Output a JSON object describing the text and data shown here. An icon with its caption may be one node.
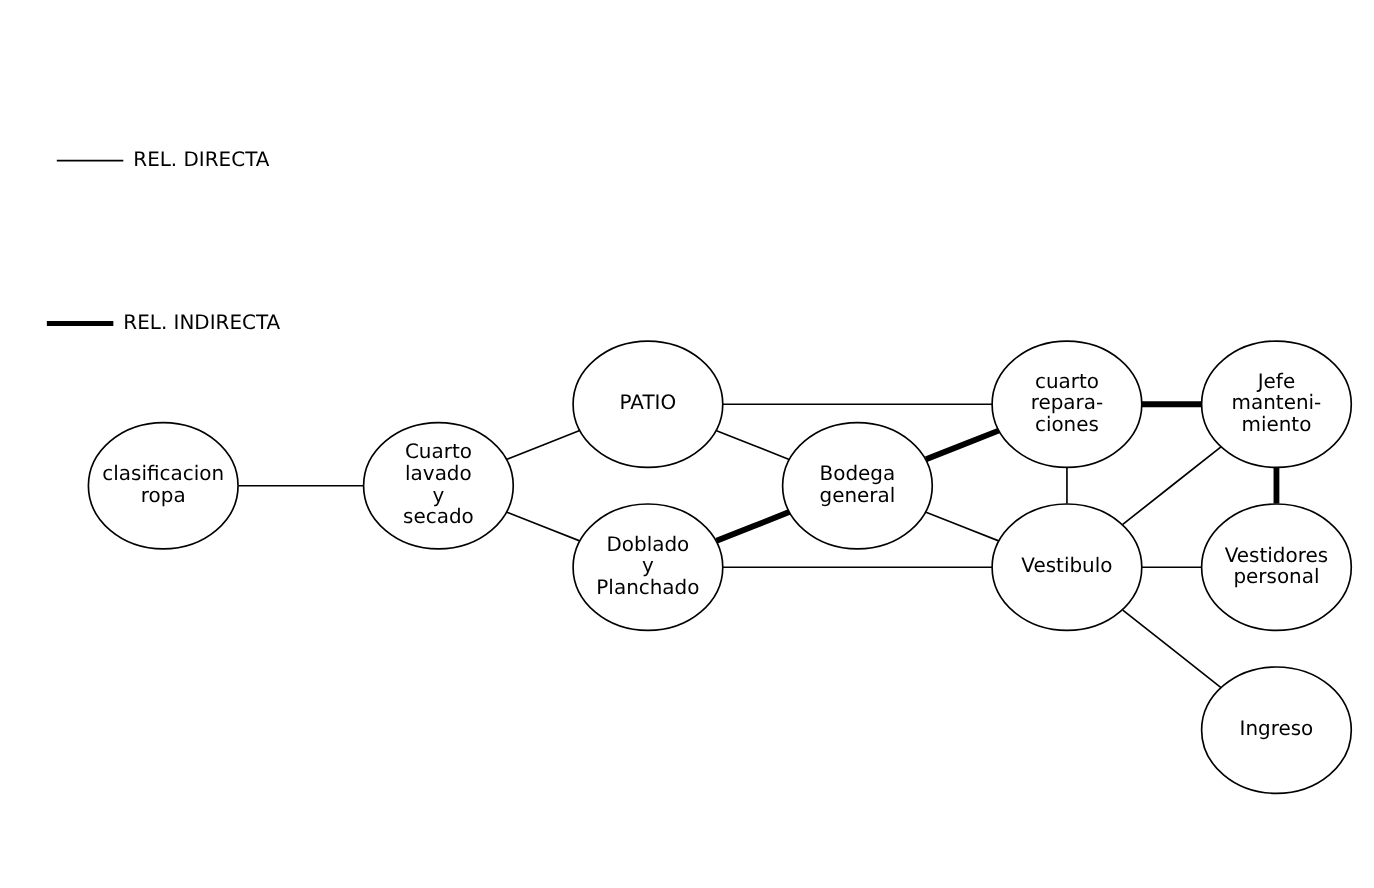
{
  "diagram": {
    "nodes": [
      {
        "text": [
          "PATIO"
        ]
      },
      {
        "text": [
          "Cuarto lavado y secado"
        ]
      },
      {
        "text": [
          "clasificacion ropa"
        ]
      },
      {
        "text": [
          "Bodega general"
        ]
      },
      {
        "text": [
          "cuarto repara- ciones"
        ]
      },
      {
        "text": [
          "Doblado y Planchado"
        ]
      },
      {
        "text": [
          "Jefe manteni- miento"
        ]
      },
      {
        "text": [
          "Vestibulo"
        ]
      },
      {
        "text": [
          "Vestidores personal"
        ]
      },
      {
        "text": [
          "Ingreso"
        ]
      }
    ],
    "edges": [
      {
        "from": 2,
        "to": 1,
        "arrow": "none"
      },
      {
        "from": 1,
        "to": 0,
        "arrow": "none"
      },
      {
        "from": 0,
        "to": 3,
        "arrow": "none"
      },
      {
        "from": 0,
        "to": 4,
        "arrow": "none"
      },
      {
        "from": 3,
        "to": 4,
        "arrow": "none",
        "style": "thick"
      },
      {
        "from": 1,
        "to": 5,
        "arrow": "none"
      },
      {
        "from": 5,
        "to": 3,
        "arrow": "none",
        "style": "thick"
      },
      {
        "from": 3,
        "to": 7,
        "arrow": "none"
      },
      {
        "from": 4,
        "to": 7,
        "arrow": "none"
      },
      {
        "from": 4,
        "to": 6,
        "arrow": "none",
        "style": "thick"
      },
      {
        "from": 5,
        "to": 7,
        "arrow": "none"
      },
      {
        "from": 7,
        "to": 6,
        "arrow": "none"
      },
      {
        "from": 7,
        "to": 8,
        "arrow": "none"
      },
      {
        "from": 6,
        "to": 8,
        "arrow": "none",
        "style": "thick"
      },
      {
        "from": 7,
        "to": 9,
        "arrow": "none"
      }
    ],
    "legend": [
      {
        "text": "REL. DIRECTA"
      },
      {
        "text": "REL. INDIRECTA"
      }
    ]
  }
}
